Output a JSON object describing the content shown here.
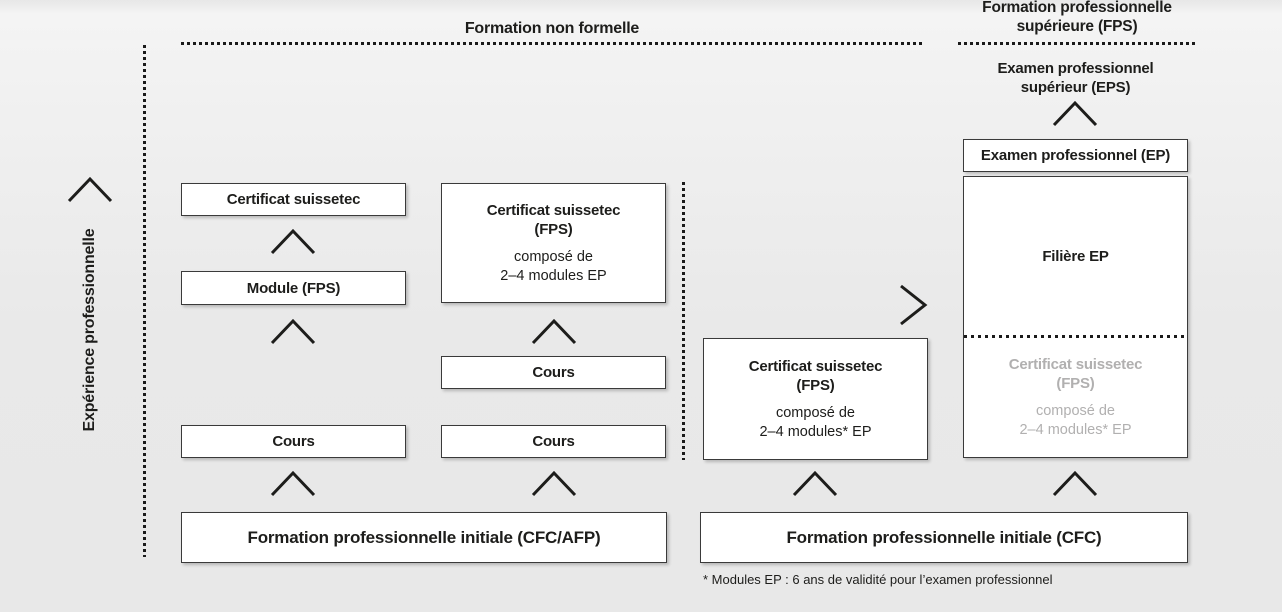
{
  "colors": {
    "ink": "#1d1d1b",
    "muted_gray": "#b1b0b0",
    "box_border": "#3a3a3a",
    "box_bg": "#ffffff",
    "background": "#e9e9e9"
  },
  "headers": {
    "non_formelle": "Formation non formelle",
    "fps": "Formation professionnelle supérieure (FPS)"
  },
  "left_axis": {
    "label": "Expérience professionnelle"
  },
  "col1": {
    "certificat": "Certificat suissetec",
    "module": "Module (FPS)",
    "cours": "Cours"
  },
  "col2": {
    "cert_title_line1": "Certificat suissetec",
    "cert_title_line2": "(FPS)",
    "cert_sub_line1": "composé de",
    "cert_sub_line2": "2–4 modules EP",
    "cours_mid": "Cours",
    "cours_bottom": "Cours"
  },
  "col3": {
    "cert_title_line1": "Certificat suissetec",
    "cert_title_line2": "(FPS)",
    "cert_sub_line1": "composé de",
    "cert_sub_line2": "2–4 modules* EP"
  },
  "col4": {
    "eps_label": "Examen professionnel supérieur (EPS)",
    "exam_box": "Examen professionnel (EP)",
    "filiere": "Filière EP",
    "cert_title_line1": "Certificat suissetec",
    "cert_title_line2": "(FPS)",
    "cert_sub_line1": "composé de",
    "cert_sub_line2": "2–4 modules* EP"
  },
  "bottom_row": {
    "left_box": "Formation professionnelle initiale (CFC/AFP)",
    "right_box": "Formation professionnelle initiale (CFC)"
  },
  "footnote": "* Modules EP : 6 ans de validité pour l’examen professionnel"
}
